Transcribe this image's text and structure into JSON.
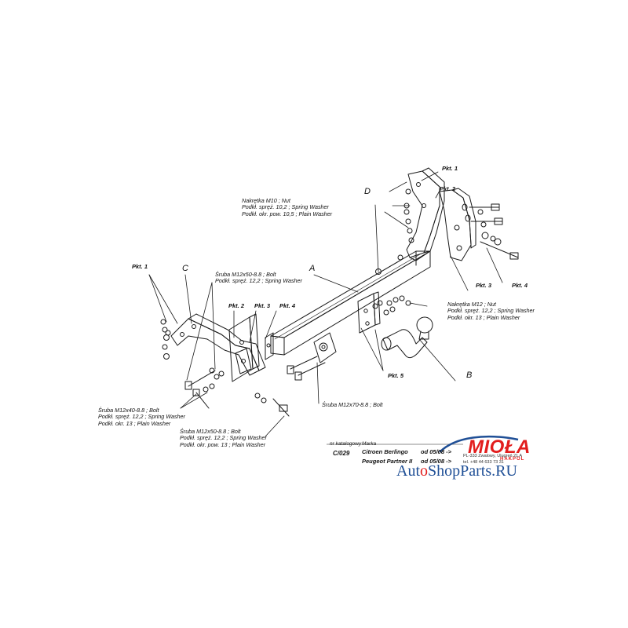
{
  "labels": {
    "A": "A",
    "B": "B",
    "C": "C",
    "D": "D",
    "pkt1_left": "Pkt. 1",
    "pkt1_right": "Pkt. 1",
    "pkt2_left": "Pkt. 2",
    "pkt2_right": "Pkt. 2",
    "pkt3_left": "Pkt. 3",
    "pkt3_right": "Pkt. 3",
    "pkt4_left": "Pkt. 4",
    "pkt4_right": "Pkt. 4",
    "pkt5": "Pkt. 5"
  },
  "notes": {
    "nut_m10": [
      "Nakrętka  M10 ; Nut",
      "Podkł. spręż. 10,2 ; Spring Washer",
      "Podkł. okr. pow. 10,5 ; Plain Washer"
    ],
    "bolt_m12x50_top": [
      "Śruba M12x50-8.8 ;  Bolt",
      "Podkł. spręż. 12,2 ; Spring Washer"
    ],
    "nut_m12": [
      "Nakrętka  M12 ; Nut",
      "Podkł. spręż. 12,2 ; Spring Washer",
      "Podkł. okr. 13 ; Plain Washer"
    ],
    "bolt_m12x40": [
      "Śruba M12x40-8.8 ;  Bolt",
      "Podkł. spręż. 12,2 ; Spring Washer",
      "Podkł. okr. 13 ; Plain Washer"
    ],
    "bolt_m12x70": [
      "Śruba M12x70-8.8 ;  Bolt"
    ],
    "bolt_m12x50_bottom": [
      "Śruba M12x50-8.8 ;  Bolt",
      "Podkł. spręż. 12,2 ; Spring Washer",
      "Podkł. okr. pow. 13 ; Plain Washer"
    ]
  },
  "title_block": {
    "catalog_label": "nr katalogowy",
    "catalog_number": "C/029",
    "brand_label": "Marka",
    "vehicles": [
      {
        "name": "Citroen Berlingo",
        "date": "od 05/08 ->"
      },
      {
        "name": "Peugeot Partner II",
        "date": "od 05/08 ->"
      }
    ]
  },
  "logo": {
    "name": "MIOŁA",
    "subtitle": "HAKPOL",
    "address_1": "PL-333 Zwalowy, Ulugreń 21 A",
    "address_2": "tel. +48 44 633 73 31"
  },
  "watermark": {
    "part1": "Aut",
    "o_mark": "o",
    "part2": "ShopParts.RU"
  },
  "colors": {
    "line": "#1a1a1a",
    "logo_red": "#e21d1d",
    "watermark_blue": "#1f4f96"
  }
}
